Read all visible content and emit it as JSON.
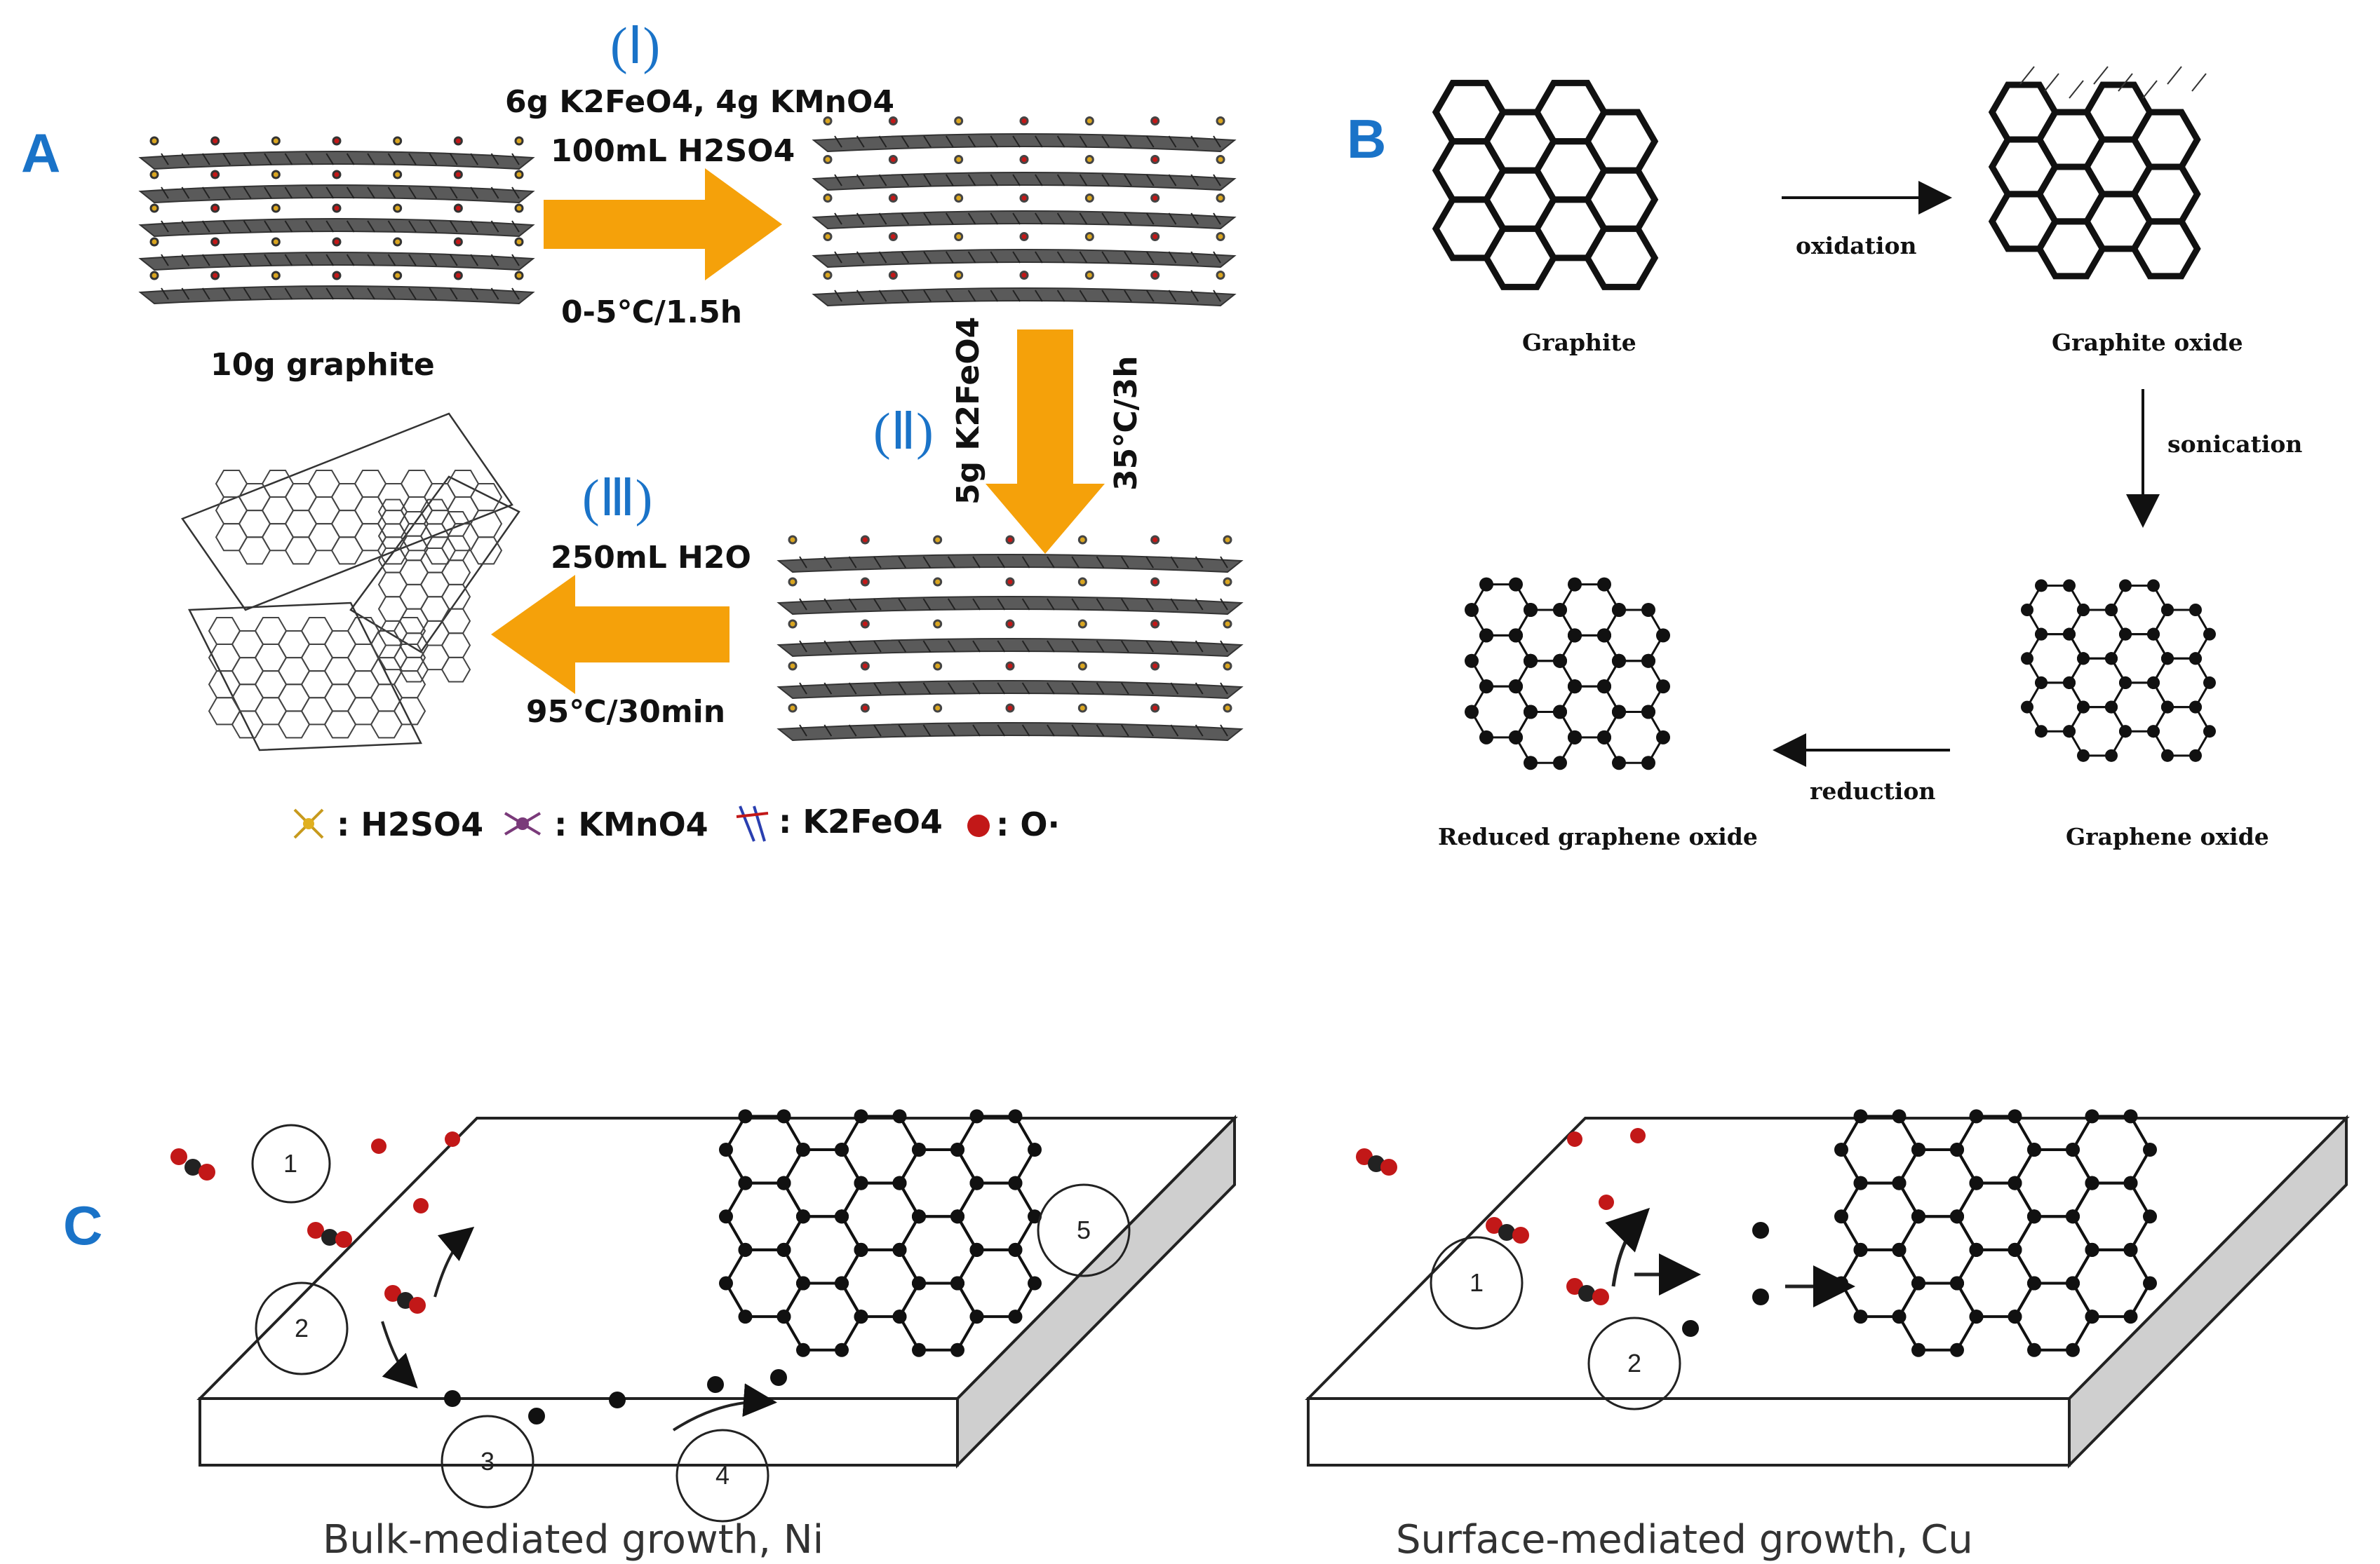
{
  "panels": {
    "a": {
      "letter": "A",
      "step1": {
        "roman": "(Ⅰ)",
        "reagents": "6g K2FeO4, 4g KMnO4",
        "acid": "100mL H2SO4",
        "condition": "0-5℃/1.5h"
      },
      "start_label": "10g  graphite",
      "step2": {
        "roman": "(Ⅱ)",
        "reagent": "5g K2FeO4",
        "condition": "35℃/3h"
      },
      "step3": {
        "roman": "(Ⅲ)",
        "reagent": "250mL H2O",
        "condition": "95℃/30min"
      },
      "legend": [
        {
          "text": ": H2SO4"
        },
        {
          "text": ": KMnO4"
        },
        {
          "text": ": K2FeO4"
        },
        {
          "text": ": O·"
        }
      ],
      "colors": {
        "arrow": "#f5a10a",
        "roman": "#1a73c8",
        "oxygen": "#c21818"
      }
    },
    "b": {
      "letter": "B",
      "nodes": {
        "graphite": "Graphite",
        "graphite_oxide": "Graphite oxide",
        "graphene_oxide": "Graphene oxide",
        "reduced": "Reduced graphene oxide"
      },
      "steps": {
        "oxidation": "oxidation",
        "sonication": "sonication",
        "reduction": "reduction"
      }
    },
    "c": {
      "letter": "C",
      "left_caption": "Bulk-mediated growth, Ni",
      "right_caption": "Surface-mediated growth, Cu",
      "left_numbers": [
        "1",
        "2",
        "3",
        "4",
        "5"
      ],
      "right_numbers": [
        "1",
        "2"
      ]
    }
  }
}
